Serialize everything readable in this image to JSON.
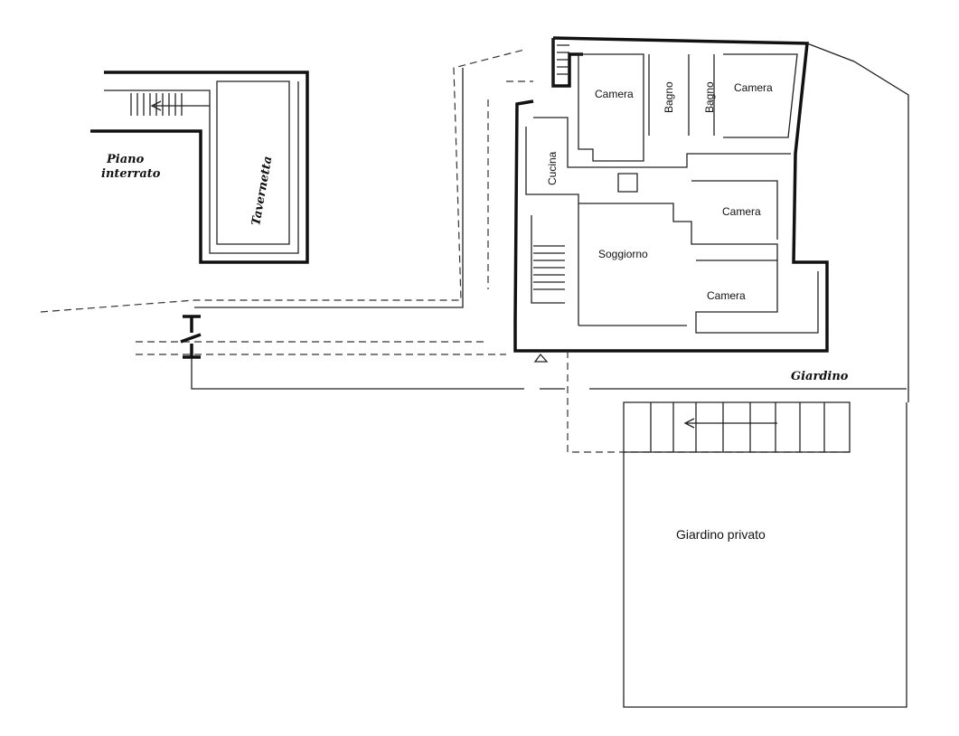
{
  "rooms": {
    "camera_1": "Camera",
    "bagno_1": "Bagno",
    "bagno_2": "Bagno",
    "camera_2": "Camera",
    "cucina": "Cucina",
    "camera_3": "Camera",
    "soggiorno": "Soggiorno",
    "camera_4": "Camera"
  },
  "annex": {
    "level": "Piano",
    "level_2": "interrato",
    "room": "Tavernetta"
  },
  "outside": {
    "garden": "Giardino",
    "private_garden": "Giardino privato"
  }
}
